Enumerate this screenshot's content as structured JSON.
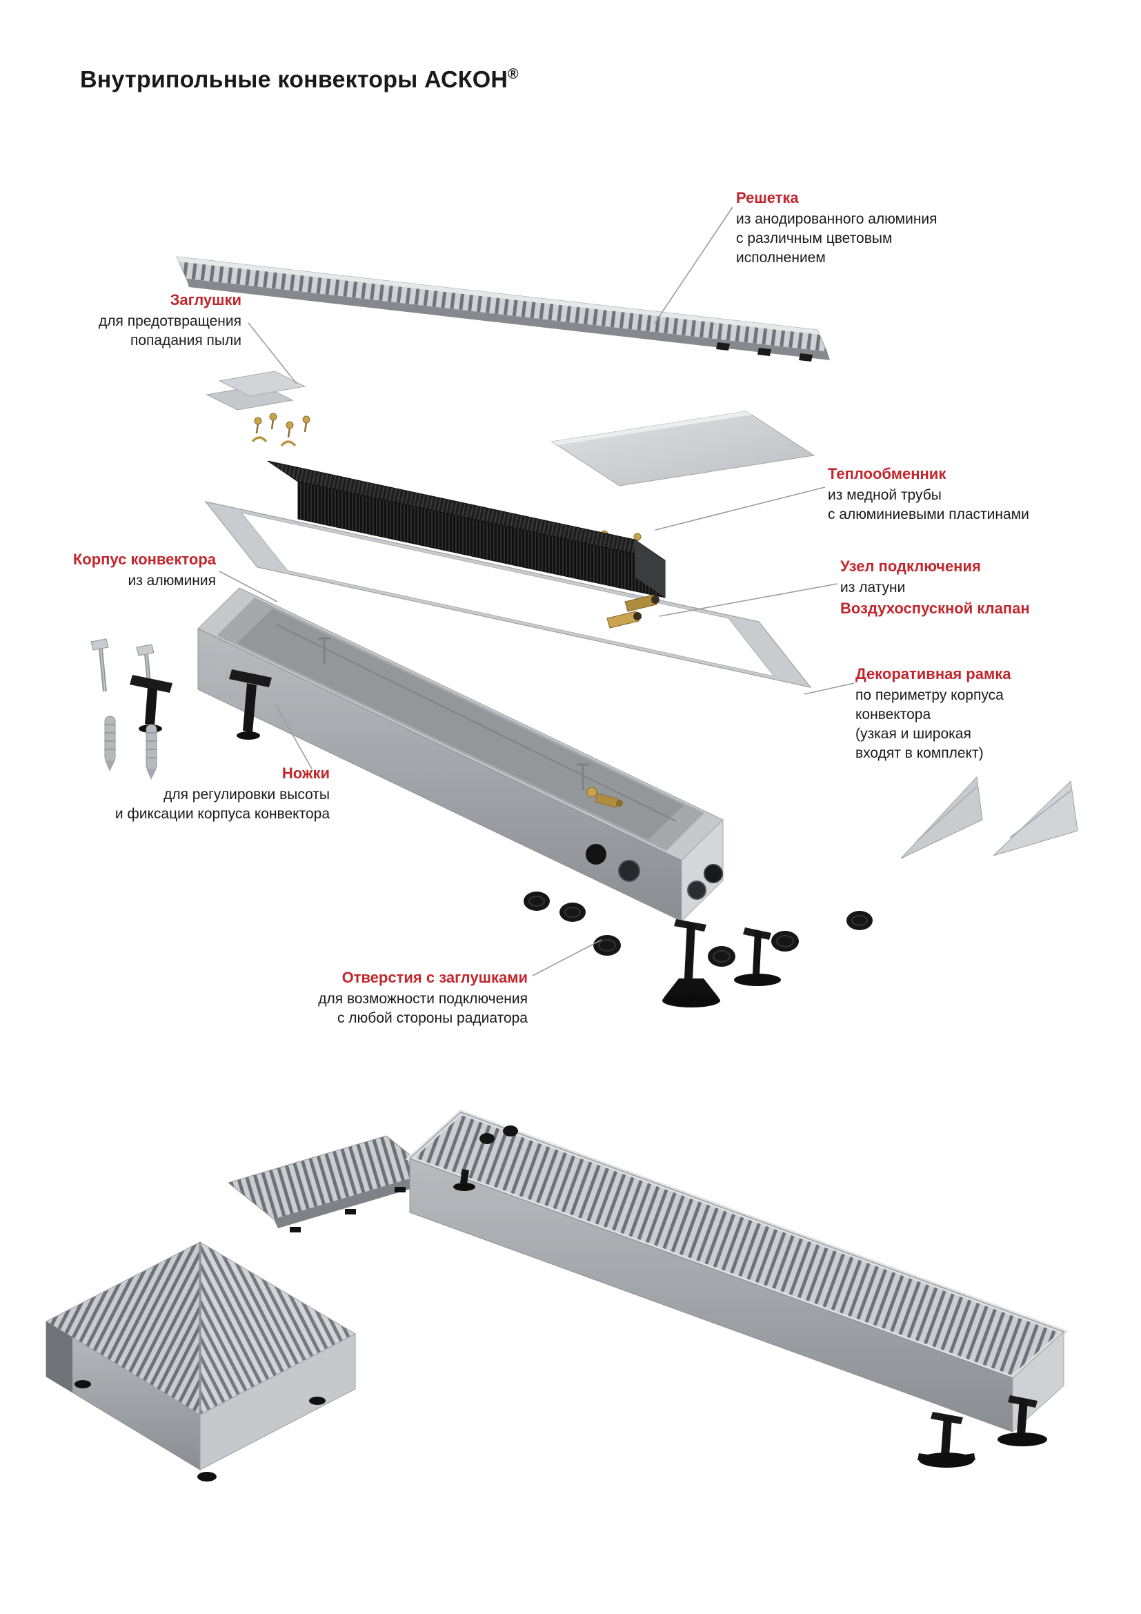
{
  "page": {
    "title": "Внутрипольные конвекторы АСКОН",
    "registered_mark": "®"
  },
  "colors": {
    "accent_red": "#c1272d",
    "text": "#1a1a1a",
    "leader_line": "#9c9c9c",
    "metal_light": "#d4d6d8",
    "metal_dark": "#8e9194",
    "brass": "#c9a44b",
    "black_parts": "#161616"
  },
  "labels": {
    "grille": {
      "heading": "Решетка",
      "lines": [
        "из анодированного алюминия",
        "с различным цветовым",
        "исполнением"
      ]
    },
    "dust_plugs": {
      "heading": "Заглушки",
      "lines": [
        "для предотвращения",
        "попадания пыли"
      ]
    },
    "heat_exchanger": {
      "heading": "Теплообменник",
      "lines": [
        "из медной трубы",
        "с алюминиевыми пластинами"
      ]
    },
    "body": {
      "heading": "Корпус конвектора",
      "lines": [
        "из алюминия"
      ]
    },
    "connection_unit": {
      "heading": "Узел подключения",
      "lines": [
        "из латуни"
      ],
      "subheading": "Воздухоспускной клапан"
    },
    "decorative_frame": {
      "heading": "Декоративная рамка",
      "lines": [
        "по периметру корпуса",
        "конвектора",
        "(узкая и широкая",
        "входят в комплект)"
      ]
    },
    "legs": {
      "heading": "Ножки",
      "lines": [
        "для регулировки высоты",
        "и фиксации корпуса конвектора"
      ]
    },
    "side_holes": {
      "heading": "Отверстия с заглушками",
      "lines": [
        "для возможности подключения",
        "с любой стороны радиатора"
      ]
    }
  }
}
